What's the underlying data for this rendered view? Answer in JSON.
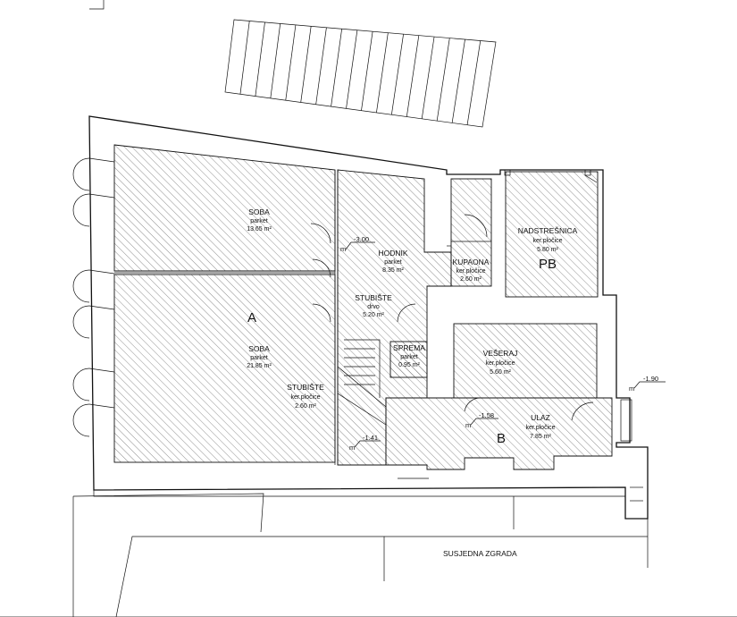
{
  "plan": {
    "neighbor_label": "SUSJEDNA ZGRADA",
    "zone_labels": {
      "a": "A",
      "b": "B",
      "pb": "PB"
    },
    "rooms": {
      "soba_top": {
        "name": "SOBA",
        "floor": "parket",
        "area": "13.65 m²"
      },
      "soba_main": {
        "name": "SOBA",
        "floor": "parket",
        "area": "21.85 m²"
      },
      "stubiste_a": {
        "name": "STUBIŠTE",
        "floor": "ker.pločice",
        "area": "2.60 m²"
      },
      "hodnik": {
        "name": "HODNIK",
        "floor": "parket",
        "area": "8.35 m²"
      },
      "stubiste_b": {
        "name": "STUBIŠTE",
        "floor": "drvo",
        "area": "5.20 m²"
      },
      "spremiste": {
        "name": "SPREMA",
        "floor": "parket",
        "area": "0.95 m²"
      },
      "kupaona": {
        "name": "KUPAONA",
        "floor": "ker.pločice",
        "area": "2.60 m²"
      },
      "nadstresnica": {
        "name": "NADSTREŠNICA",
        "floor": "ker.pločice",
        "area": "5.80 m²"
      },
      "veseraj": {
        "name": "VEŠERAJ",
        "floor": "ker.pločice",
        "area": "5.60 m²"
      },
      "ulaz": {
        "name": "ULAZ",
        "floor": "ker.pločice",
        "area": "7.85 m²"
      }
    },
    "levels": {
      "hall": "-3.00",
      "stair": "-1.41",
      "entry": "-1.58",
      "outside": "-1.90"
    },
    "level_unit": "m"
  }
}
